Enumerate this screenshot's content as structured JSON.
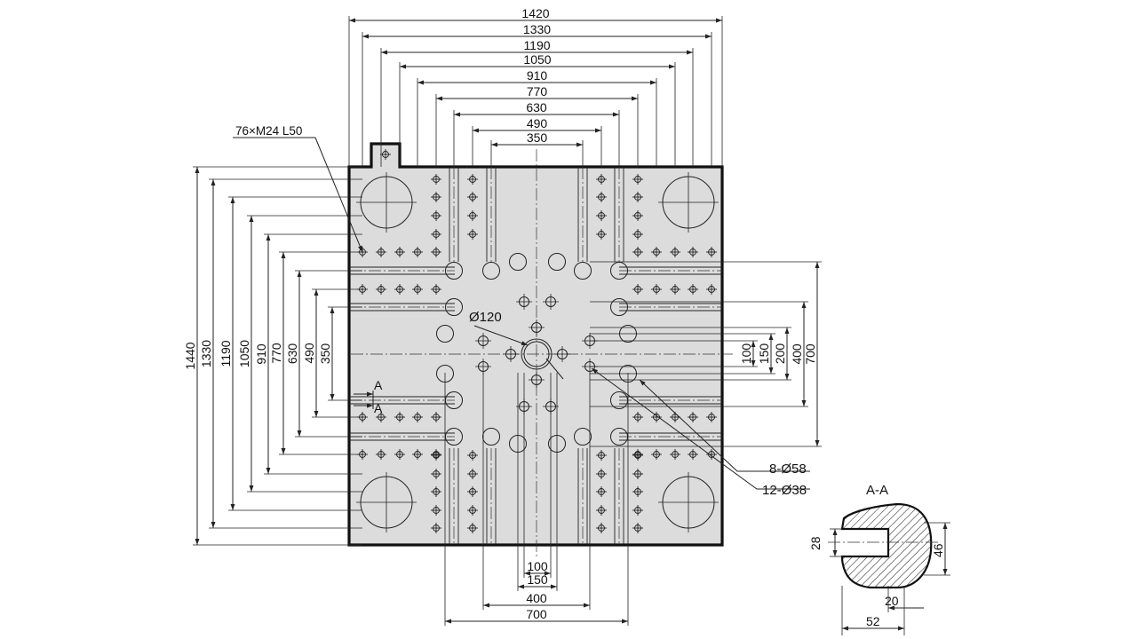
{
  "labels": {
    "top_dims": [
      "1420",
      "1330",
      "1190",
      "1050",
      "910",
      "770",
      "630",
      "490",
      "350"
    ],
    "left_dims": [
      "1440",
      "1330",
      "1190",
      "1050",
      "910",
      "770",
      "630",
      "490",
      "350"
    ],
    "right_dims": [
      "100",
      "150",
      "200",
      "400",
      "700"
    ],
    "bottom_dims": [
      "100",
      "150",
      "400",
      "700"
    ],
    "tapped_holes": "76×M24  L50",
    "center_bore": "Ø120",
    "holes_58": "8-Ø58",
    "holes_38": "12-Ø38",
    "section_marker_top": "A",
    "section_marker_bottom": "A",
    "section_title": "A-A",
    "section_dims": [
      "28",
      "46",
      "20",
      "52"
    ]
  }
}
